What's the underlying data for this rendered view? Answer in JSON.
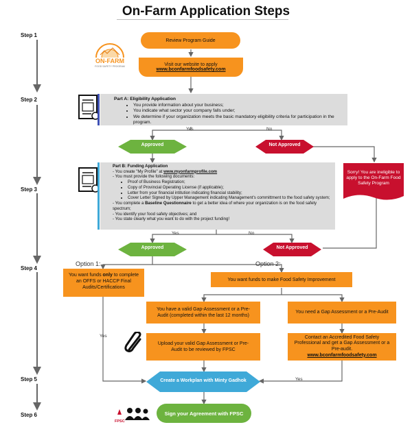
{
  "title": "On-Farm Application Steps",
  "steps": [
    "Step 1",
    "Step 2",
    "Step 3",
    "Step 4",
    "Step 5",
    "Step 6"
  ],
  "logo": {
    "text": "ON-FARM",
    "subtext": "FOOD SAFETY PROGRAM"
  },
  "step1": {
    "review": "Review Program Guide",
    "visit": "Visit our website to apply",
    "url": "www.bconfarmfoodsafety.com"
  },
  "partA": {
    "title": "Part A: Eligibility Application",
    "bullets": [
      "You provide information about your business;",
      "You indicate what sector your company falls under;",
      "We determine if your organization meets the basic mandatory eligibility criteria for participation in the program."
    ]
  },
  "labels": {
    "yes": "Yes",
    "no": "No",
    "approved": "Approved",
    "not_approved": "Not Approved"
  },
  "ineligible": "Sorry! You are ineligible to apply to the On-Farm Food Safety Program",
  "partB": {
    "title": "Part B: Funding Application",
    "profile_pre": "- You create \"My Profile\" at ",
    "profile_url": "www.myonfarmprofile.com",
    "docs_intro": "- You must provide the following documents:",
    "docs": [
      "Proof of Business Registration;",
      "Copy of Provincial Operating License (if applicable);",
      "Letter from your financial intitution indicating financial stability;",
      "Cover Letter Signed by Upper Management indicating Management's committment to the food safety system;"
    ],
    "baseline_pre": "- You complete a ",
    "baseline_bold": "Baseline Questionnaire",
    "baseline_post": " to get a better idea of where your organization is on the food safety spectrum;",
    "objectives": "- You identify your food safety objectives; and",
    "funding": "- You state clearly what you want to do with the project funding!"
  },
  "options": {
    "option1": "Option 1:",
    "option2": "Option 2:",
    "opt1_pre": "You want funds ",
    "opt1_only": "only",
    "opt1_post": " to complete an OFFS or HACCP Final Audits/Certifications",
    "opt2": "You want funds to make Food Safety Improvement",
    "valid_gap": "You have a valid Gap-Assessment or a Pre-Audit (completed within the last 12 months)",
    "need_gap": "You need a Gap Assessment or a Pre-Audit",
    "upload": "Upload your valid Gap Assessment or Pre-Audit to be reviewed by FPSC",
    "contact": "Contact an Accredited Food Safety Professional and get a Gap Assessment or a Pre-audit.",
    "contact_url": "www.bconfarmfoodsafety.com"
  },
  "step5": {
    "workplan": "Create a Workplan with Minty Gadhok"
  },
  "step6": {
    "sign": "Sign your Agreement with FPSC",
    "fpsc": "FPSC"
  },
  "colors": {
    "orange": "#f7931e",
    "green": "#6db33f",
    "red": "#c8102e",
    "blue": "#3fa9d8",
    "grey": "#dcdcdc"
  }
}
